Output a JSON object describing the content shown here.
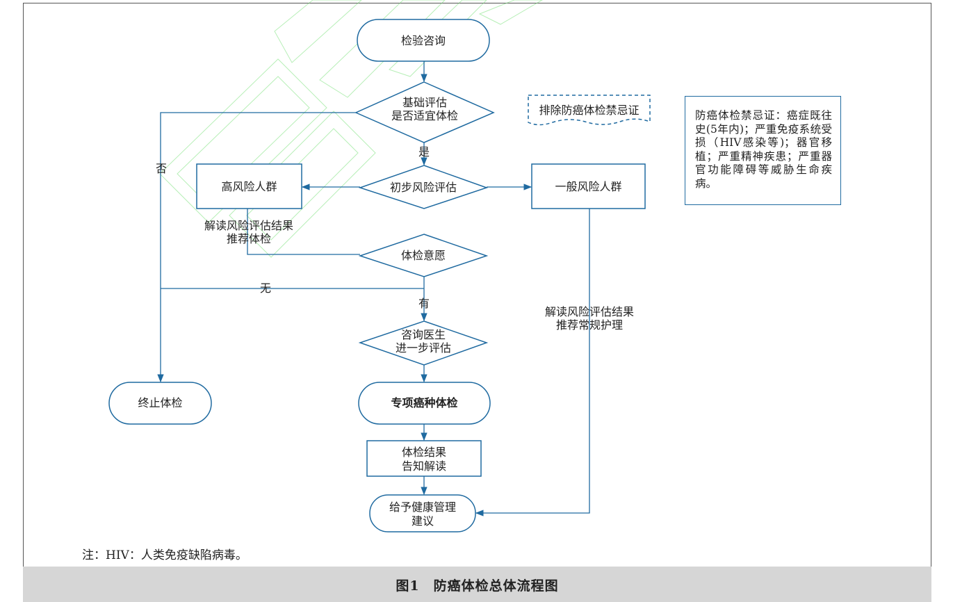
{
  "nodes": {
    "start": "检验咨询",
    "basic_eval_line1": "基础评估",
    "basic_eval_line2": "是否适宜体检",
    "exclude": "排除防癌体检禁忌证",
    "prelim_risk": "初步风险评估",
    "high_risk": "高风险人群",
    "general_risk": "一般风险人群",
    "willingness": "体检意愿",
    "consult_line1": "咨询医生",
    "consult_line2": "进一步评估",
    "stop": "终止体检",
    "special": "专项癌种体检",
    "result_line1": "体检结果",
    "result_line2": "告知解读",
    "advice_line1": "给予健康管理",
    "advice_line2": "建议"
  },
  "edges": {
    "yes": "是",
    "no": "否",
    "none": "无",
    "have": "有",
    "high_note_line1": "解读风险评估结果",
    "high_note_line2": "推荐体检",
    "general_note_line1": "解读风险评估结果",
    "general_note_line2": "推荐常规护理"
  },
  "contraindication_note": "防癌体检禁忌证：癌症既往史(5年内)；严重免疫系统受损（HIV感染等)；器官移植；严重精神疾患；严重器官功能障碍等威胁生命疾病。",
  "footnote": "注：HIV：人类免疫缺陷病毒。",
  "caption": "图1　防癌体检总体流程图",
  "colors": {
    "stroke": "#1f6aa0",
    "watermark": "#7de27d",
    "caption_bg": "#d6d6d6"
  }
}
